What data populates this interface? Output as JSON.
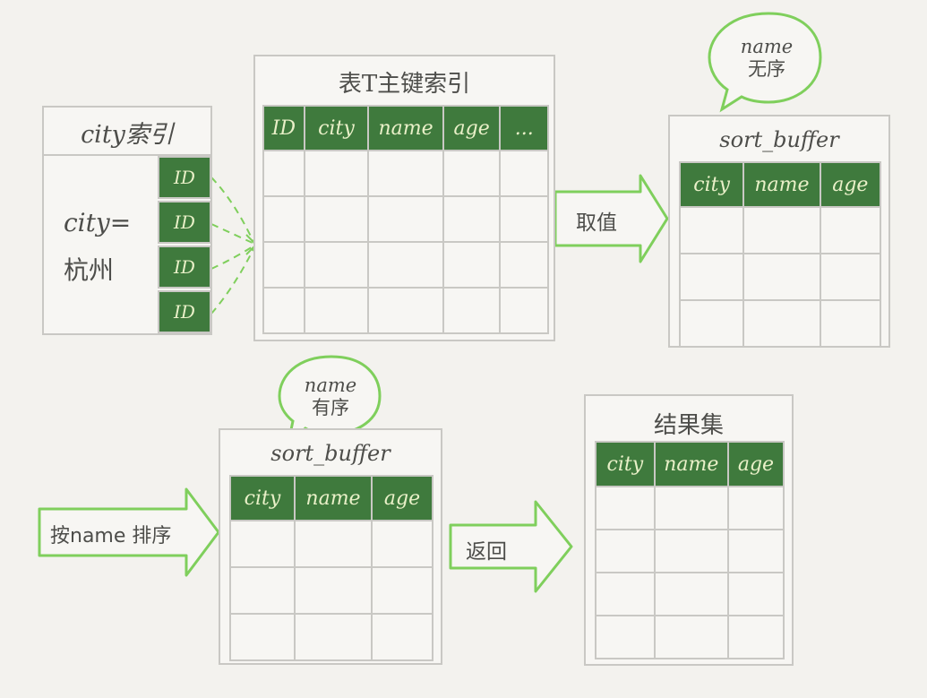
{
  "city_index": {
    "title": "city索引",
    "condition_line1": "city=",
    "condition_line2": "杭州",
    "ids": [
      "ID",
      "ID",
      "ID",
      "ID"
    ]
  },
  "primary_table": {
    "title": "表T主键索引",
    "columns": [
      "ID",
      "city",
      "name",
      "age",
      "..."
    ]
  },
  "fetch_arrow": {
    "label": "取值"
  },
  "sort_buffer_unsorted": {
    "bubble_line1": "name",
    "bubble_line2": "无序",
    "title": "sort_buffer",
    "columns": [
      "city",
      "name",
      "age"
    ]
  },
  "sort_arrow": {
    "label": "按name 排序"
  },
  "sort_buffer_sorted": {
    "bubble_line1": "name",
    "bubble_line2": "有序",
    "title": "sort_buffer",
    "columns": [
      "city",
      "name",
      "age"
    ]
  },
  "return_arrow": {
    "label": "返回"
  },
  "result_set": {
    "title": "结果集",
    "columns": [
      "city",
      "name",
      "age"
    ]
  },
  "colors": {
    "header_green": "#3f7a3d",
    "arrow_green": "#7fcf5c",
    "border_gray": "#c9c8c4"
  }
}
